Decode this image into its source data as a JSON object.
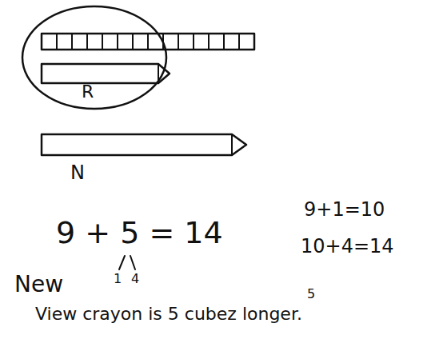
{
  "diagram": {
    "labels": [
      "R",
      "N",
      "9 + 5 = 14",
      "1",
      "4",
      "9+1=10",
      "10+4=14",
      "New",
      "5",
      "View crayon is 5 cubez longer."
    ]
  }
}
